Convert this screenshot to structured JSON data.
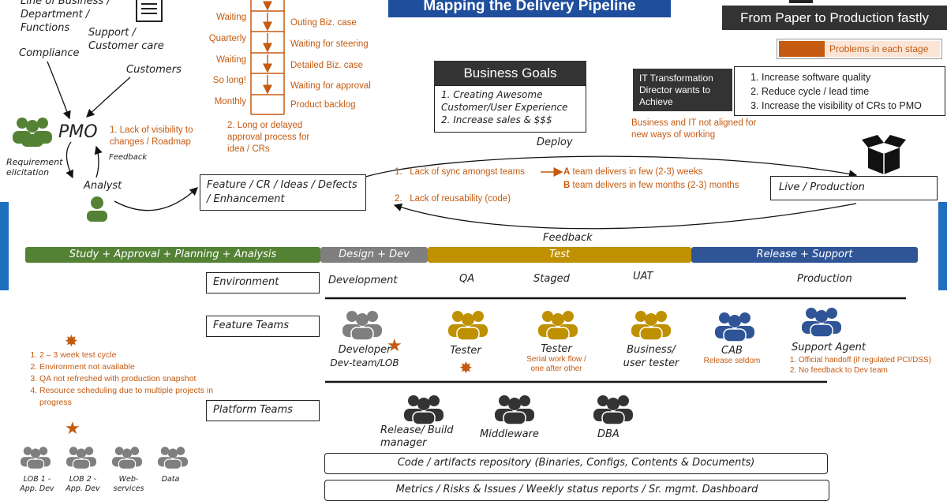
{
  "title": "Mapping the Delivery Pipeline",
  "subtitle": "From Paper to Production fastly",
  "legend": "Problems in each stage",
  "stakeholders": {
    "line_of_business": "Line of Business /",
    "department": "Department /",
    "functions": "Functions",
    "support": "Support /",
    "customer_care": "Customer care",
    "compliance": "Compliance",
    "customers": "Customers",
    "pmo": "PMO",
    "feedback": "Feedback",
    "requirement": "Requirement",
    "elicitation": "elicitation",
    "analyst": "Analyst"
  },
  "approval_waits": [
    "Waiting",
    "Quarterly",
    "Waiting",
    "So long!",
    "Monthly"
  ],
  "approval_steps": [
    "Outing Biz. case",
    "Waiting for steering",
    "Detailed Biz. case",
    "Waiting for approval",
    "Product backlog"
  ],
  "pmo_problem": "1. Lack of visibility to changes / Roadmap",
  "approval_problem": "2. Long or delayed approval process for idea / CRs",
  "business_goals": {
    "title": "Business Goals",
    "items": [
      "1. Creating Awesome Customer/User Experience",
      "2. Increase sales & $$$"
    ]
  },
  "it_director": {
    "label": "IT Transformation Director wants to Achieve",
    "items": [
      "Increase software quality",
      "Reduce cycle / lead time",
      "Increase the visibility of CRs to PMO"
    ],
    "note": "Business and IT not aligned for new ways of working"
  },
  "deploy_label": "Deploy",
  "feedback_label": "Feedback",
  "feature_box": "Feature / CR / Ideas / Defects / Enhancement",
  "live_box": "Live / Production",
  "loop_problems": {
    "p1": "Lack of sync amongst teams",
    "p2": "Lack of reusability (code)",
    "a": "A",
    "a_text": "team delivers in few (2-3) weeks",
    "b": "B",
    "b_text": "team delivers in few months (2-3) months"
  },
  "phases": [
    {
      "label": "Study + Approval + Planning + Analysis",
      "color": "#548235"
    },
    {
      "label": "Design + Dev",
      "color": "#7f7f7f"
    },
    {
      "label": "Test",
      "color": "#bf9000"
    },
    {
      "label": "Release + Support",
      "color": "#2f5597"
    }
  ],
  "rows": {
    "environment": "Environment",
    "feature_teams": "Feature Teams",
    "platform_teams": "Platform Teams"
  },
  "environments": [
    "Development",
    "QA",
    "Staged",
    "UAT",
    "Production"
  ],
  "feature_team_members": [
    {
      "label": "Developer",
      "sub": "Dev-team/LOB",
      "color": "#7f7f7f"
    },
    {
      "label": "Tester",
      "sub": "",
      "color": "#bf9000"
    },
    {
      "label": "Tester",
      "sub": "Serial work flow / one after other",
      "color": "#bf9000"
    },
    {
      "label": "Business/ user tester",
      "sub": "",
      "color": "#bf9000"
    },
    {
      "label": "CAB",
      "sub": "Release seldom",
      "color": "#2f5597"
    },
    {
      "label": "Support Agent",
      "sub": "",
      "color": "#2f5597"
    }
  ],
  "support_problems": [
    "Official handoff (if regulated PCI/DSS)",
    "No feedback to Dev team"
  ],
  "test_problems": [
    "2 – 3 week test cycle",
    "Environment not available",
    "QA not refreshed with production snapshot",
    "Resource scheduling due to multiple projects in progress"
  ],
  "platform_team_members": [
    "Release/ Build manager",
    "Middleware",
    "DBA"
  ],
  "lob_groups": [
    {
      "line1": "LOB 1 -",
      "line2": "App. Dev"
    },
    {
      "line1": "LOB 2 -",
      "line2": "App. Dev"
    },
    {
      "line1": "Web-",
      "line2": "services"
    },
    {
      "line1": "Data",
      "line2": ""
    }
  ],
  "repository": "Code / artifacts repository (Binaries, Configs, Contents & Documents)",
  "metrics": "Metrics / Risks & Issues / Weekly status reports / Sr. mgmt. Dashboard",
  "colors": {
    "orange": "#c55a11",
    "green": "#548235",
    "gray": "#7f7f7f",
    "gold": "#bf9000",
    "blue": "#2f5597",
    "title_blue": "#1f4e9c",
    "dark": "#333333"
  }
}
